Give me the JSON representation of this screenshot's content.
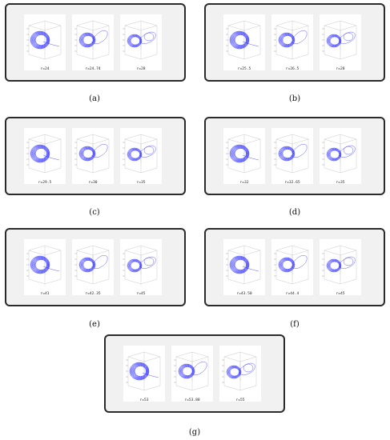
{
  "figure": {
    "accent": "#1a1aff",
    "panels": [
      {
        "label": "(a)",
        "r_values": [
          "r=24",
          "r=24.74",
          "r=28"
        ]
      },
      {
        "label": "(b)",
        "r_values": [
          "r=25.5",
          "r=26.5",
          "r=28"
        ]
      },
      {
        "label": "(c)",
        "r_values": [
          "r=29.5",
          "r=30",
          "r=35"
        ]
      },
      {
        "label": "(d)",
        "r_values": [
          "r=32",
          "r=32.65",
          "r=35"
        ]
      },
      {
        "label": "(e)",
        "r_values": [
          "r=41",
          "r=42.35",
          "r=45"
        ]
      },
      {
        "label": "(f)",
        "r_values": [
          "r=43.50",
          "r=44.4",
          "r=45"
        ]
      },
      {
        "label": "(g)",
        "r_values": [
          "r=53",
          "r=53.88",
          "r=55"
        ]
      }
    ]
  }
}
